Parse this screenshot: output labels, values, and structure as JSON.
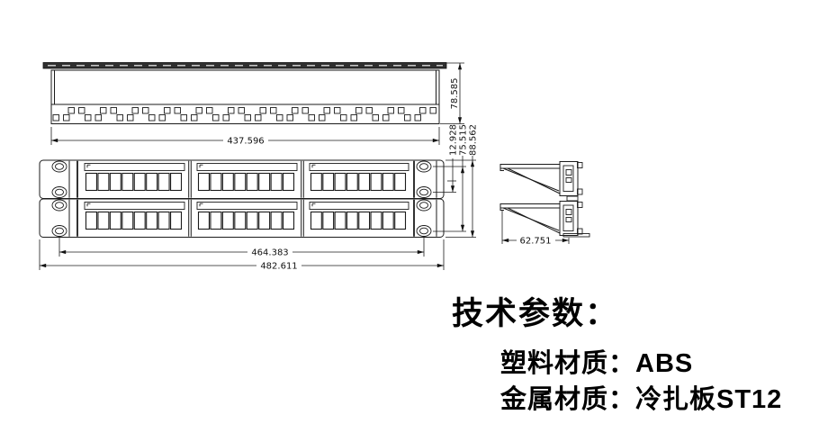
{
  "drawing": {
    "dims": {
      "top_length": "437.596",
      "top_height": "78.585",
      "front_step": "12.928",
      "front_hole_pitch": "75.515",
      "front_height": "88.562",
      "front_hole_span": "464.383",
      "front_width": "482.611",
      "side_depth": "62.751"
    },
    "top": {
      "vent_pairs": 12
    },
    "front": {
      "rows": 2,
      "sections": 3,
      "ports_per_section": 8,
      "mounting_holes_per_side": 4
    }
  },
  "tech_params": {
    "heading": "技术参数：",
    "specs": [
      "塑料材质：ABS",
      "金属材质：冷扎板ST12"
    ]
  }
}
